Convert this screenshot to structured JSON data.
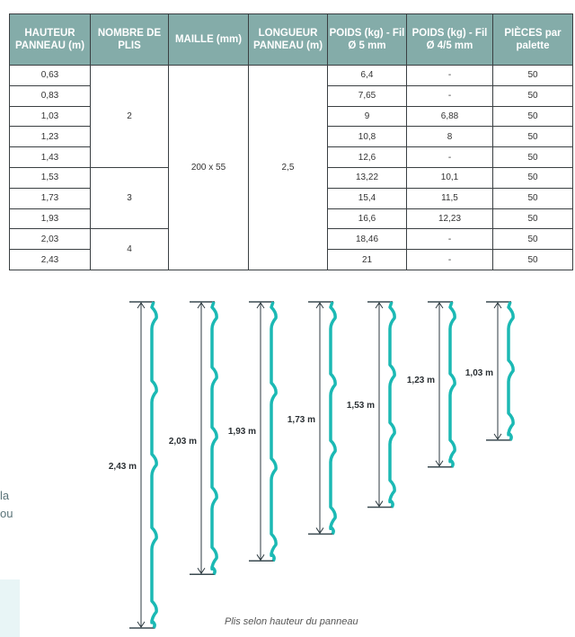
{
  "table": {
    "headers": [
      "HAUTEUR PANNEAU (m)",
      "NOMBRE DE PLIS",
      "MAILLE (mm)",
      "LONGUEUR PANNEAU (m)",
      "POIDS (kg) - Fil Ø 5 mm",
      "POIDS (kg) - Fil Ø 4/5 mm",
      "PIÈCES par palette"
    ],
    "heights": [
      "0,63",
      "0,83",
      "1,03",
      "1,23",
      "1,43",
      "1,53",
      "1,73",
      "1,93",
      "2,03",
      "2,43"
    ],
    "plis": [
      "2",
      "3",
      "4"
    ],
    "maille": "200 x 55",
    "longueur": "2,5",
    "poids5": [
      "6,4",
      "7,65",
      "9",
      "10,8",
      "12,6",
      "13,22",
      "15,4",
      "16,6",
      "18,46",
      "21"
    ],
    "poids45": [
      "-",
      "-",
      "6,88",
      "8",
      "-",
      "10,1",
      "11,5",
      "12,23",
      "-",
      "-"
    ],
    "pieces": [
      "50",
      "50",
      "50",
      "50",
      "50",
      "50",
      "50",
      "50",
      "50",
      "50"
    ]
  },
  "diagram": {
    "caption": "Plis selon hauteur du panneau",
    "panels": [
      {
        "label": "2,43 m",
        "height_m": 2.43,
        "plis": 4
      },
      {
        "label": "2,03 m",
        "height_m": 2.03,
        "plis": 4
      },
      {
        "label": "1,93 m",
        "height_m": 1.93,
        "plis": 3
      },
      {
        "label": "1,73 m",
        "height_m": 1.73,
        "plis": 3
      },
      {
        "label": "1,53 m",
        "height_m": 1.53,
        "plis": 3
      },
      {
        "label": "1,23 m",
        "height_m": 1.23,
        "plis": 2
      },
      {
        "label": "1,03 m",
        "height_m": 1.03,
        "plis": 2
      }
    ],
    "colors": {
      "wire": "#1bb9b4",
      "arrow": "#2d3a40"
    }
  },
  "side_text": [
    "la",
    "ou"
  ]
}
